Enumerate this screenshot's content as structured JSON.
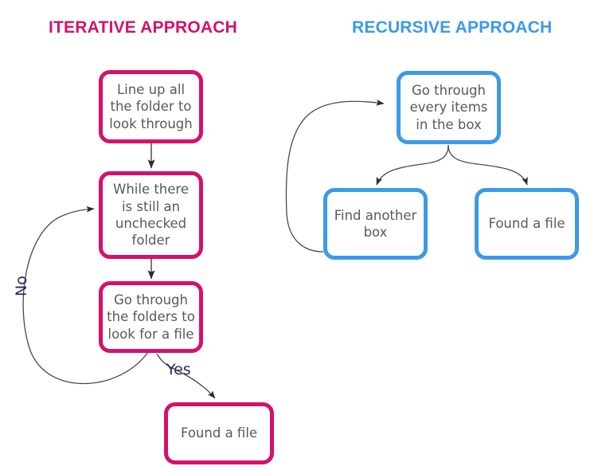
{
  "diagram": {
    "background": "#ffffff",
    "text_color": "#595959",
    "columns": [
      {
        "id": "iterative",
        "title": "ITERATIVE APPROACH",
        "accent": "#d6106b"
      },
      {
        "id": "recursive",
        "title": "RECURSIVE APPROACH",
        "accent": "#3b9ae8"
      }
    ],
    "nodes": {
      "iter_1": "Line up all the folder to look through",
      "iter_2": "While there is still an unchecked folder",
      "iter_3": "Go through the folders to look for a file",
      "iter_4": "Found a file",
      "rec_1": "Go through every items in the box",
      "rec_2": "Find another box",
      "rec_3": "Found a file"
    },
    "edge_labels": {
      "no": "No",
      "yes": "Yes"
    },
    "edge_color": "#3f3f3f"
  }
}
